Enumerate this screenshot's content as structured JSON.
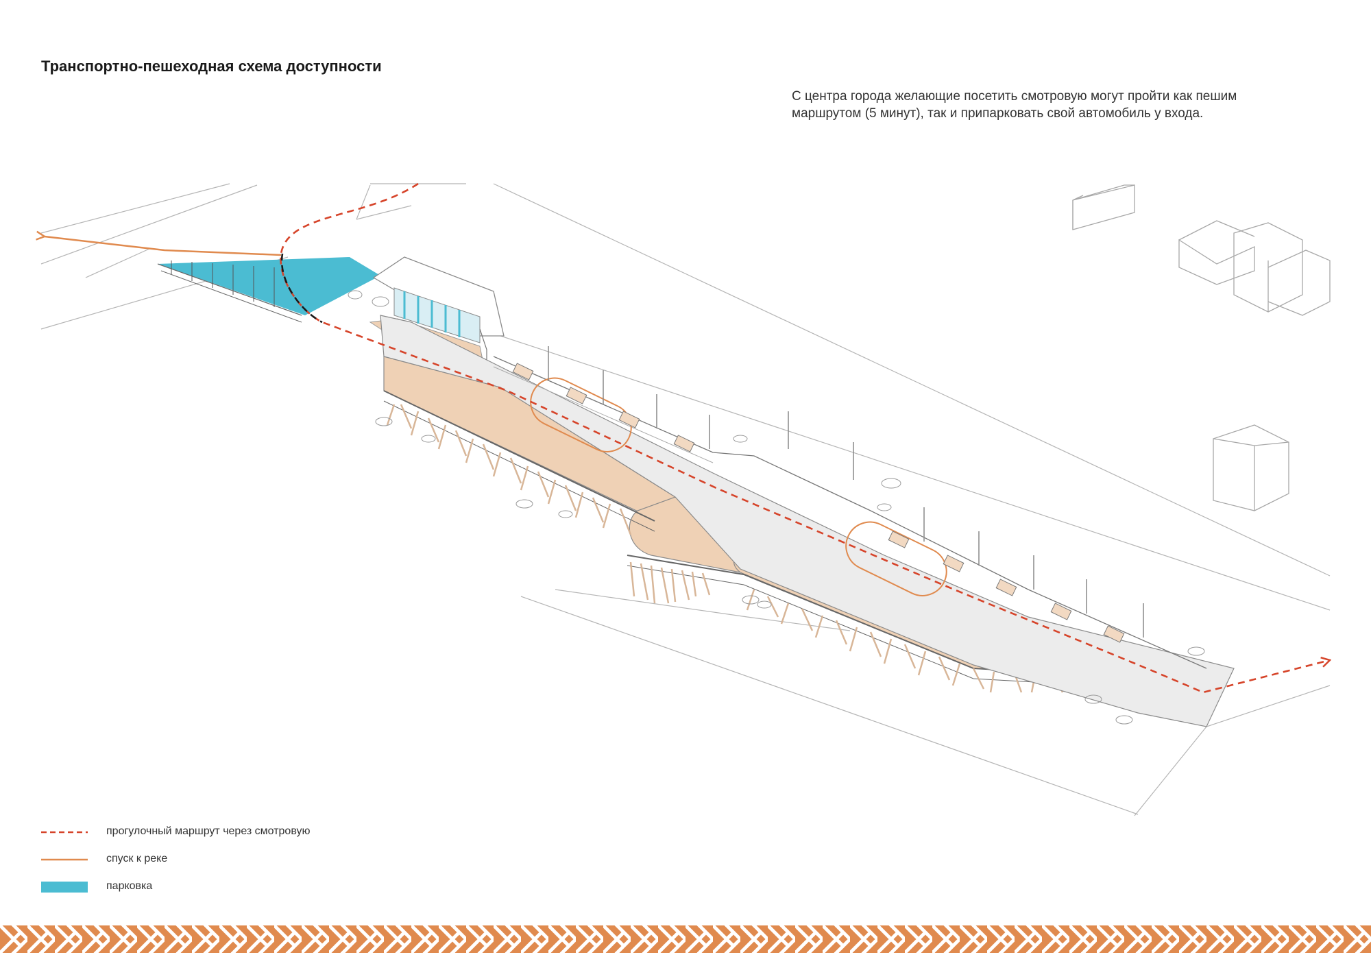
{
  "title": "Транспортно-пешеходная схема доступности",
  "description": {
    "line1": "С центра города желающие посетить смотровую могут пройти как пешим",
    "line2": "маршрутом (5 минут), так и припарковать свой автомобиль у входа."
  },
  "legend": [
    {
      "label": "прогулочный маршрут через смотровую",
      "symbol": "red-dashed-line"
    },
    {
      "label": "спуск к реке",
      "symbol": "orange-line"
    },
    {
      "label": "парковка",
      "symbol": "cyan-rectangle"
    }
  ],
  "colors": {
    "walking_route": "#d6442a",
    "river_descent": "#e08a4e",
    "parking": "#4bbcd2",
    "deck_wood": "#efd1b5",
    "paving": "#ececec",
    "ornament": "#e08a4e",
    "linework": "#9a9a9a"
  }
}
